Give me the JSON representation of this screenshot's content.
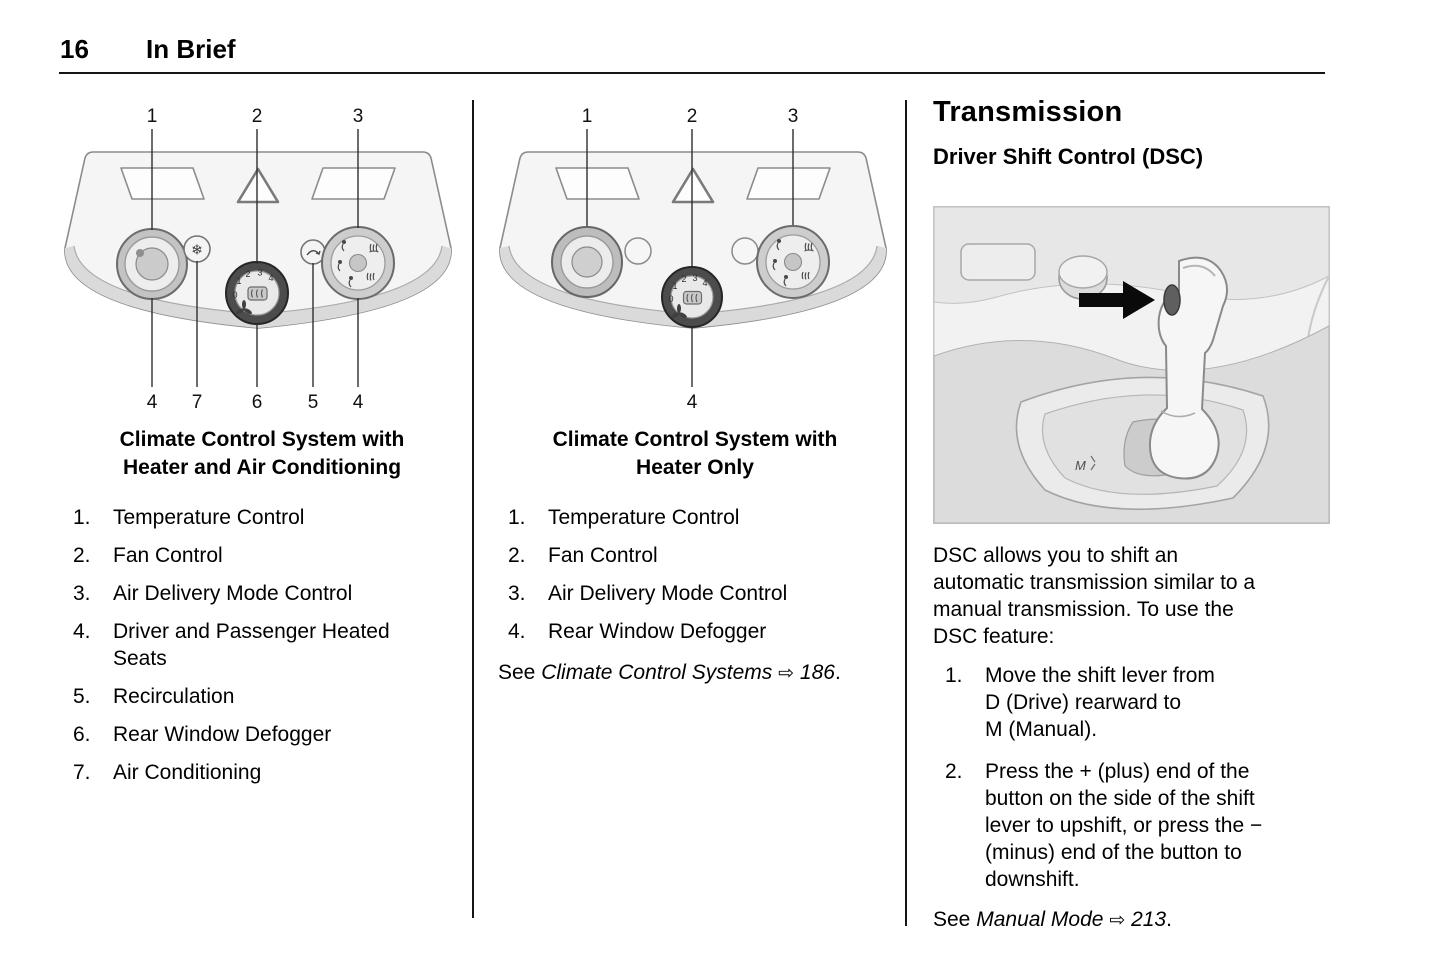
{
  "colors": {
    "ink": "#000000",
    "figure_line": "#8c8c8c",
    "figure_shade": "#dadada"
  },
  "icons": {
    "reference_arrow": "⇨",
    "snowflake": "❄"
  },
  "header": {
    "page_number": "16",
    "chapter": "In Brief"
  },
  "col1": {
    "caption": "Climate Control System with\nHeater and Air Conditioning",
    "figure": {
      "top_callouts": [
        "1",
        "2",
        "3"
      ],
      "bottom_callouts": [
        "4",
        "7",
        "6",
        "5",
        "4"
      ]
    },
    "items": [
      {
        "num": "1.",
        "text": "Temperature Control"
      },
      {
        "num": "2.",
        "text": "Fan Control"
      },
      {
        "num": "3.",
        "text": "Air Delivery Mode Control"
      },
      {
        "num": "4.",
        "text": "Driver and Passenger Heated\nSeats"
      },
      {
        "num": "5.",
        "text": "Recirculation"
      },
      {
        "num": "6.",
        "text": "Rear Window Defogger"
      },
      {
        "num": "7.",
        "text": "Air Conditioning"
      }
    ]
  },
  "col2": {
    "caption": "Climate Control System with\nHeater Only",
    "figure": {
      "top_callouts": [
        "1",
        "2",
        "3"
      ],
      "bottom_callouts": [
        "4"
      ]
    },
    "items": [
      {
        "num": "1.",
        "text": "Temperature Control"
      },
      {
        "num": "2.",
        "text": "Fan Control"
      },
      {
        "num": "3.",
        "text": "Air Delivery Mode Control"
      },
      {
        "num": "4.",
        "text": "Rear Window Defogger"
      }
    ],
    "see": {
      "prefix": "See",
      "link": "Climate Control Systems",
      "page": "186",
      "suffix": "."
    }
  },
  "col3": {
    "title": "Transmission",
    "subtitle": "Driver Shift Control (DSC)",
    "intro": "DSC allows you to shift an\nautomatic transmission similar to a\nmanual transmission. To use the\nDSC feature:",
    "items": [
      {
        "num": "1.",
        "text": "Move the shift lever from\nD (Drive) rearward to\nM (Manual)."
      },
      {
        "num": "2.",
        "text": "Press the + (plus) end of the\nbutton on the side of the shift\nlever to upshift, or press the −\n(minus) end of the button to\ndownshift."
      }
    ],
    "see": {
      "prefix": "See",
      "link": "Manual Mode",
      "page": "213",
      "suffix": "."
    }
  }
}
